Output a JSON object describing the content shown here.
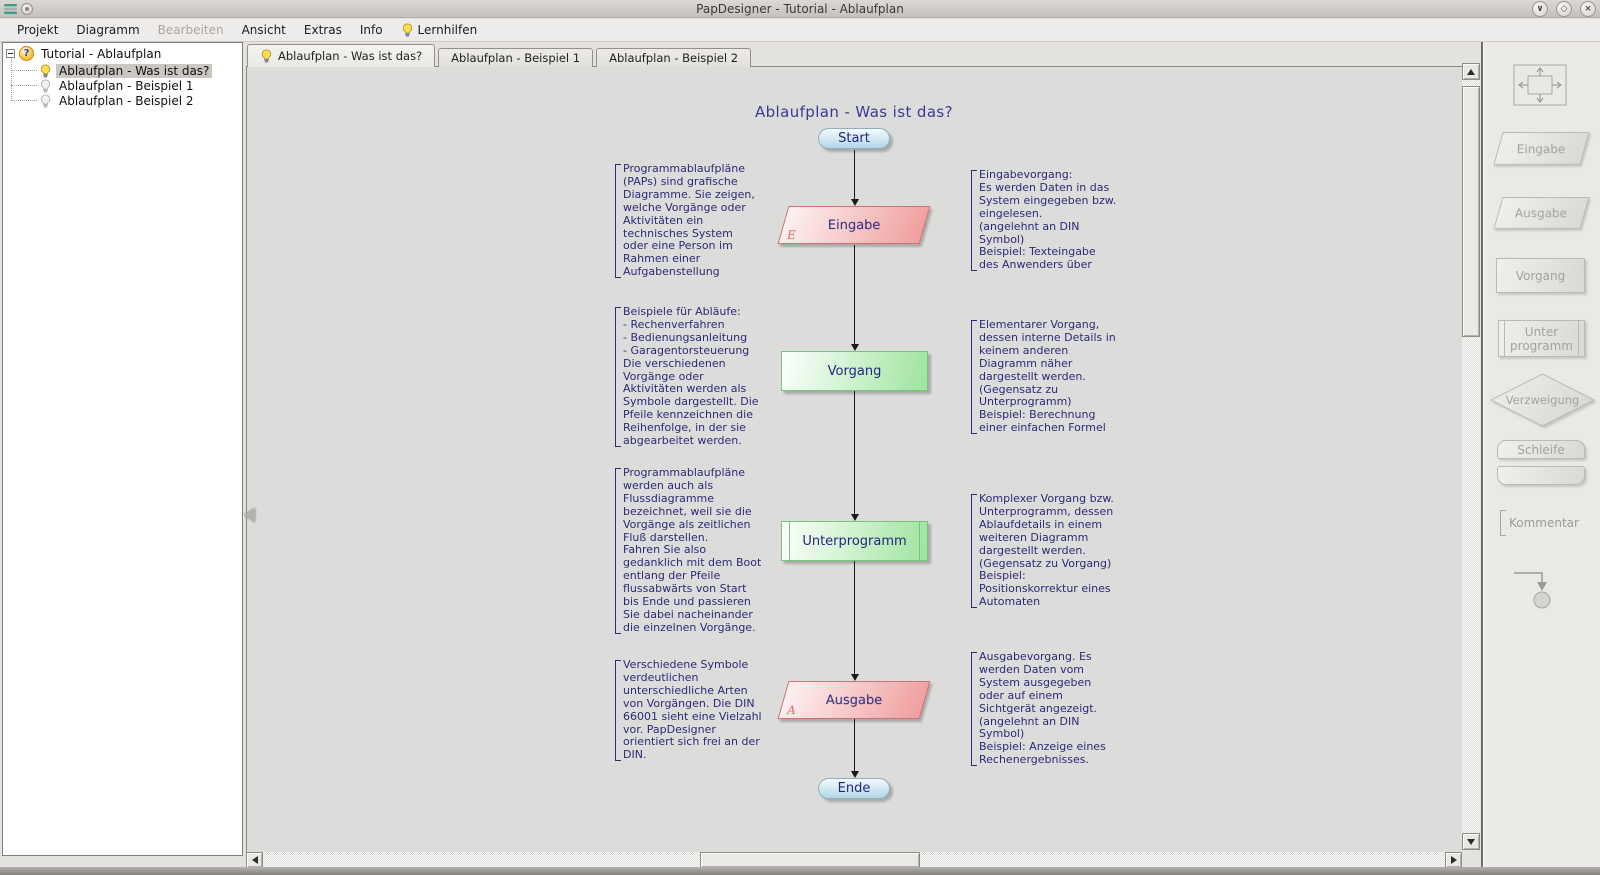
{
  "window": {
    "title": "PapDesigner - Tutorial - Ablaufplan",
    "controls": {
      "minimize": "∨",
      "maximize": "◇",
      "close": "×"
    }
  },
  "icons": {
    "question_mark": "?",
    "app_icon": "papdesigner-logo",
    "lightbulb_lit": "lightbulb-on",
    "lightbulb_dim": "lightbulb-off"
  },
  "menubar": {
    "items": [
      "Projekt",
      "Diagramm",
      "Bearbeiten",
      "Ansicht",
      "Extras",
      "Info",
      "Lernhilfen"
    ]
  },
  "tree": {
    "root_label": "Tutorial - Ablaufplan",
    "items": [
      {
        "label": "Ablaufplan - Was ist das?",
        "selected": true
      },
      {
        "label": "Ablaufplan - Beispiel 1",
        "selected": false
      },
      {
        "label": "Ablaufplan - Beispiel 2",
        "selected": false
      }
    ]
  },
  "tabs": [
    {
      "label": "Ablaufplan - Was ist das?",
      "active": true
    },
    {
      "label": "Ablaufplan - Beispiel 1",
      "active": false
    },
    {
      "label": "Ablaufplan - Beispiel 2",
      "active": false
    }
  ],
  "diagram": {
    "title": "Ablaufplan - Was ist das?",
    "nodes": {
      "start": "Start",
      "eingabe": "Eingabe",
      "eingabe_corner": "E",
      "vorgang": "Vorgang",
      "unterprogramm": "Unterprogramm",
      "ausgabe": "Ausgabe",
      "ausgabe_corner": "A",
      "ende": "Ende"
    },
    "comments": {
      "left": [
        "Programmablaufpläne\n(PAPs) sind grafische\nDiagramme. Sie zeigen,\nwelche Vorgänge oder\nAktivitäten ein\ntechnisches System\noder eine Person im\nRahmen einer\nAufgabenstellung",
        "Beispiele für Abläufe:\n- Rechenverfahren\n- Bedienungsanleitung\n- Garagentorsteuerung\nDie verschiedenen\nVorgänge oder\nAktivitäten werden als\nSymbole dargestellt. Die\nPfeile kennzeichnen die\nReihenfolge, in der sie\nabgearbeitet werden.",
        "Programmablaufpläne\nwerden auch als\nFlussdiagramme\nbezeichnet, weil sie die\nVorgänge als zeitlichen\nFluß darstellen.\nFahren Sie also\ngedanklich mit dem Boot\nentlang der Pfeile\nflussabwärts von Start\nbis Ende und passieren\nSie dabei nacheinander\ndie einzelnen Vorgänge.",
        "Verschiedene Symbole\nverdeutlichen\nunterschiedliche Arten\nvon Vorgängen. Die DIN\n66001 sieht eine Vielzahl\nvor. PapDesigner\norientiert sich frei an der\nDIN."
      ],
      "right": [
        "Eingabevorgang:\nEs werden Daten in das\nSystem eingegeben bzw.\neingelesen.\n(angelehnt an DIN\nSymbol)\nBeispiel: Texteingabe\ndes Anwenders über",
        "Elementarer Vorgang,\ndessen interne Details in\nkeinem anderen\nDiagramm näher\ndargestellt werden.\n(Gegensatz zu\nUnterprogramm)\nBeispiel: Berechnung\neiner einfachen Formel",
        "Komplexer Vorgang bzw.\nUnterprogramm, dessen\nAblaufdetails in einem\nweiteren Diagramm\ndargestellt werden.\n(Gegensatz zu Vorgang)\nBeispiel:\nPositionskorrektur eines\nAutomaten",
        "Ausgabevorgang. Es\nwerden Daten vom\nSystem ausgegeben\noder auf einem\nSichtgerät angezeigt.\n(angelehnt an DIN\nSymbol)\nBeispiel: Anzeige eines\nRechenergebnisses."
      ]
    }
  },
  "toolbox": {
    "eingabe": "Eingabe",
    "ausgabe": "Ausgabe",
    "vorgang": "Vorgang",
    "unterprogramm": "Unter\nprogramm",
    "verzweigung": "Verzweigung",
    "schleife": "Schleife",
    "kommentar": "Kommentar"
  },
  "colors": {
    "io_fill_light": "#fdf2f2",
    "io_fill_dark": "#f09e9e",
    "io_border": "#cc7272",
    "process_fill_light": "#fcfffc",
    "process_fill_dark": "#9fe49f",
    "process_border": "#74c77a",
    "terminal_fill_light": "#f4fafd",
    "terminal_fill_dark": "#b2d7e7",
    "comment_text": "#2b2b78",
    "diagram_title": "#3a3a96",
    "canvas_background": "#dcdcda"
  }
}
